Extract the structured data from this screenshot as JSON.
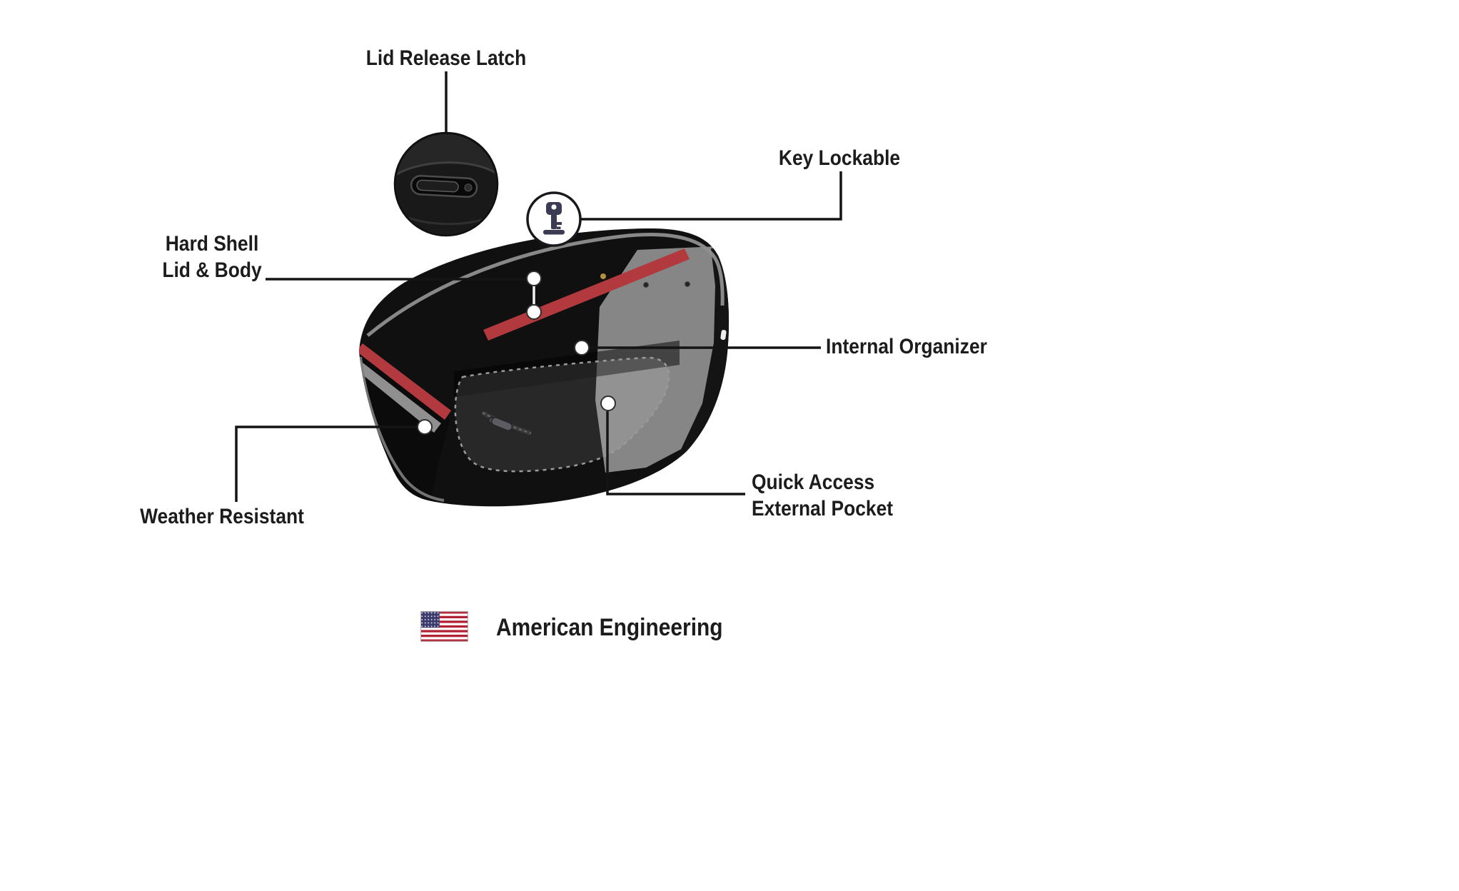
{
  "colors": {
    "accent_red": "#B23A3E",
    "bag_black": "#101010",
    "trim_gray": "#8F8F8F",
    "line_black": "#141414",
    "flag_red": "#B22234",
    "flag_blue": "#3C3B6E",
    "text": "#1C1C1C"
  },
  "callouts": {
    "lid_release_latch": {
      "label": "Lid Release Latch",
      "icon": "lid-latch-detail-icon"
    },
    "key_lockable": {
      "label": "Key Lockable",
      "icon": "key-icon"
    },
    "hard_shell": {
      "line1": "Hard Shell",
      "line2": "Lid & Body"
    },
    "internal_organizer": {
      "label": "Internal Organizer"
    },
    "weather_resistant": {
      "label": "Weather Resistant"
    },
    "quick_access": {
      "line1": "Quick Access",
      "line2": "External Pocket"
    }
  },
  "footer": {
    "label": "American Engineering",
    "icon": "us-flag-icon"
  }
}
